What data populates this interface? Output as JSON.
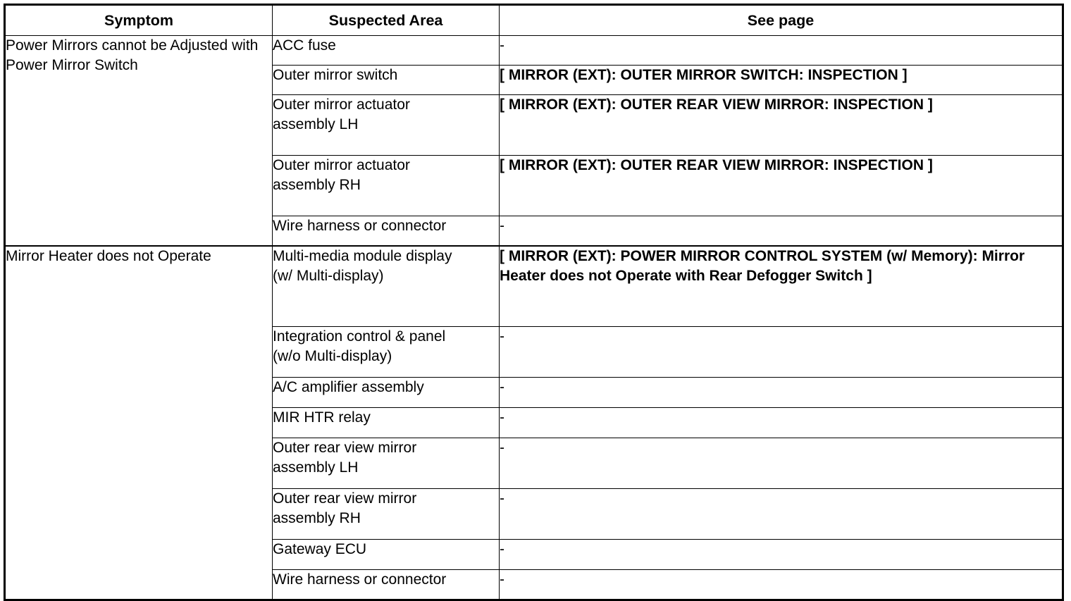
{
  "table": {
    "headers": {
      "symptom": "Symptom",
      "suspected_area": "Suspected Area",
      "see_page": "See page"
    },
    "groups": [
      {
        "symptom": "Power Mirrors cannot be\nAdjusted with Power Mirror\nSwitch",
        "rows": [
          {
            "suspected_area": "ACC fuse",
            "see_page": "-",
            "see_page_bold": false
          },
          {
            "suspected_area": "Outer mirror switch",
            "see_page": "[ MIRROR (EXT): OUTER MIRROR SWITCH: INSPECTION ]",
            "see_page_bold": true
          },
          {
            "suspected_area": "Outer mirror actuator\nassembly LH",
            "see_page": "[ MIRROR (EXT): OUTER REAR VIEW MIRROR: INSPECTION ]",
            "see_page_bold": true
          },
          {
            "suspected_area": "Outer mirror actuator\nassembly RH",
            "see_page": "[ MIRROR (EXT): OUTER REAR VIEW MIRROR: INSPECTION ]",
            "see_page_bold": true
          },
          {
            "suspected_area": "Wire harness or connector",
            "see_page": "-",
            "see_page_bold": false
          }
        ]
      },
      {
        "symptom": "Mirror Heater does not Operate",
        "rows": [
          {
            "suspected_area": "Multi-media module display\n(w/ Multi-display)",
            "see_page": "[ MIRROR (EXT): POWER MIRROR CONTROL SYSTEM (w/ Memory): Mirror Heater does not Operate with Rear Defogger Switch ]",
            "see_page_bold": true
          },
          {
            "suspected_area": "Integration control & panel\n(w/o Multi-display)",
            "see_page": "-",
            "see_page_bold": false
          },
          {
            "suspected_area": "A/C amplifier assembly",
            "see_page": "-",
            "see_page_bold": false
          },
          {
            "suspected_area": "MIR HTR relay",
            "see_page": "-",
            "see_page_bold": false
          },
          {
            "suspected_area": "Outer rear view mirror\nassembly LH",
            "see_page": "-",
            "see_page_bold": false
          },
          {
            "suspected_area": "Outer rear view mirror\nassembly RH",
            "see_page": "-",
            "see_page_bold": false
          },
          {
            "suspected_area": "Gateway ECU",
            "see_page": "-",
            "see_page_bold": false
          },
          {
            "suspected_area": "Wire harness or connector",
            "see_page": "-",
            "see_page_bold": false
          }
        ]
      }
    ]
  }
}
